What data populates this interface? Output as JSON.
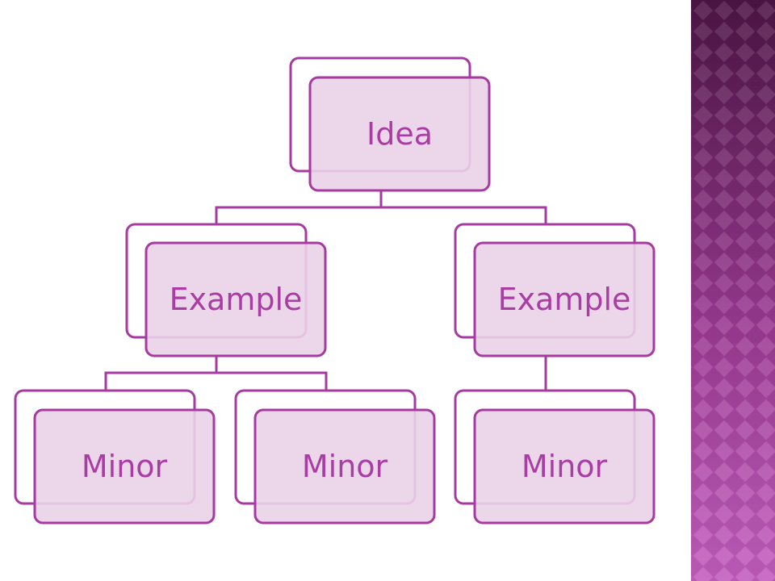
{
  "colors": {
    "stroke": "#a63aa0",
    "back_fill": "#ffffff",
    "front_fill": "#ead3e8",
    "text": "#a93da4",
    "band_dark": "#4d1545",
    "band_light": "#c15bbd"
  },
  "diagram": {
    "root": {
      "label": "Idea"
    },
    "branches": [
      {
        "label": "Example",
        "children": [
          {
            "label": "Minor"
          },
          {
            "label": "Minor"
          }
        ]
      },
      {
        "label": "Example",
        "children": [
          {
            "label": "Minor"
          }
        ]
      }
    ]
  }
}
